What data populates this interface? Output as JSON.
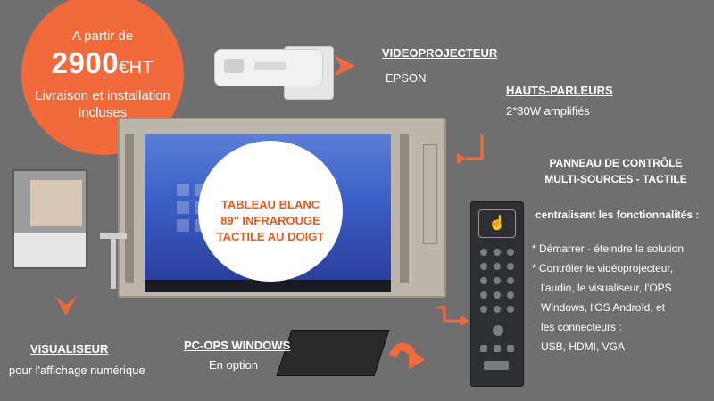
{
  "price": {
    "prefix": "A partir de",
    "amount": "2900",
    "unit": "€HT",
    "desc_line1": "Livraison et installation",
    "desc_line2": "incluses"
  },
  "videoprojecteur": {
    "title": "VIDEOPROJECTEUR",
    "sub": "EPSON"
  },
  "hautparleurs": {
    "title": "HAUTS-PARLEURS",
    "sub": "2*30W amplifiés"
  },
  "panneau": {
    "title1": "PANNEAU DE CONTRÔLE",
    "title2": "MULTI-SOURCES - TACTILE",
    "intro": "centralisant les fonctionnalités :",
    "lines": [
      "* Démarrer - éteindre la solution",
      "* Contrôler le vidéoprojecteur,",
      "l'audio, le visualiseur, l'OPS",
      "Windows, l'OS Androïd, et",
      "les connecteurs :",
      "USB, HDMI, VGA"
    ]
  },
  "tableau": {
    "line1": "TABLEAU BLANC",
    "line2": "89'' INFRAROUGE",
    "line3": "TACTILE AU DOIGT"
  },
  "visualiseur": {
    "title": "VISUALISEUR",
    "sub": "pour l'affichage numérique"
  },
  "pcops": {
    "title": "PC-OPS WINDOWS",
    "sub": "En option"
  },
  "colors": {
    "accent": "#f26a3c",
    "background": "#6f6f6f",
    "bubble_text": "#e85a1e"
  }
}
